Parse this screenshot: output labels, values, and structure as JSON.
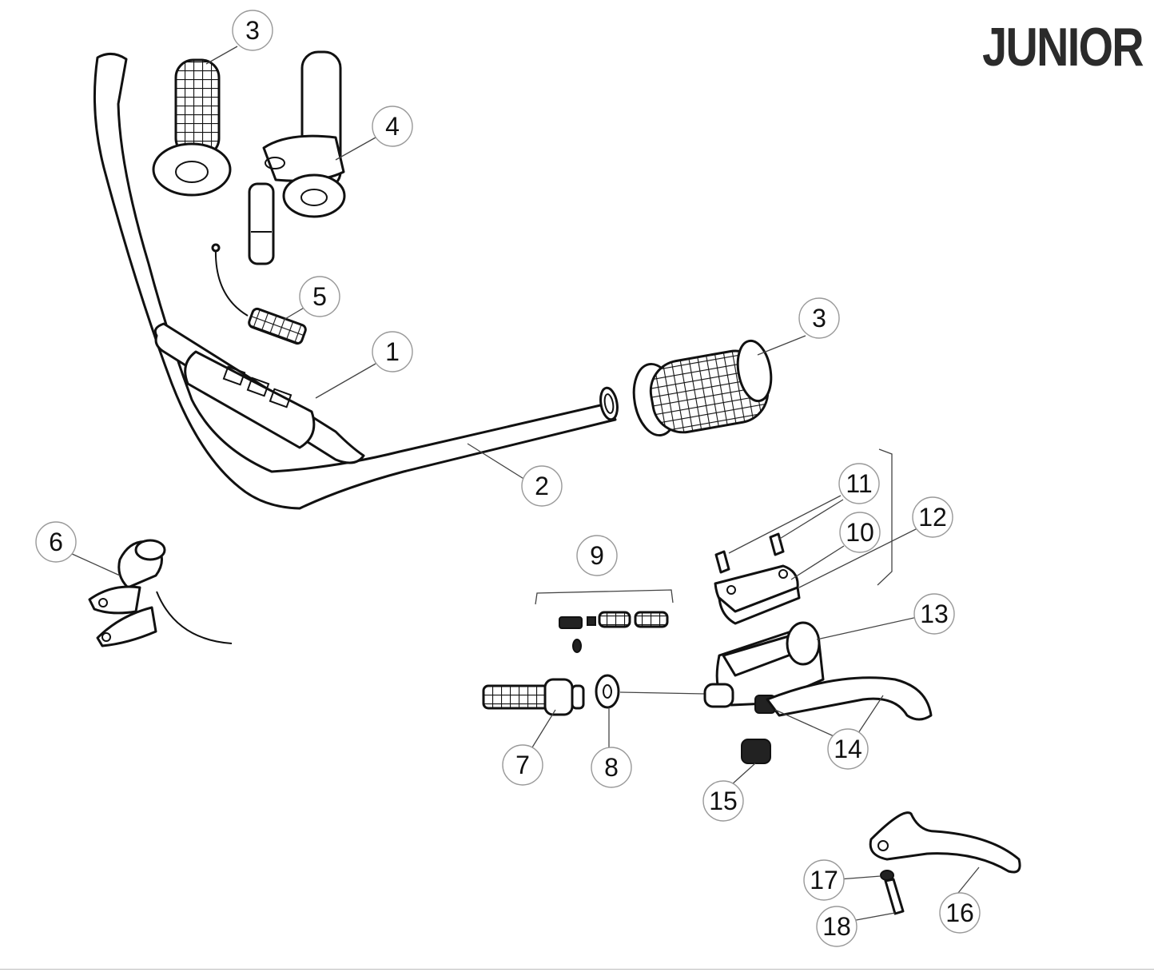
{
  "title": "JUNIOR",
  "callouts": [
    {
      "id": "c3a",
      "label": "3"
    },
    {
      "id": "c4",
      "label": "4"
    },
    {
      "id": "c5",
      "label": "5"
    },
    {
      "id": "c1",
      "label": "1"
    },
    {
      "id": "c3b",
      "label": "3"
    },
    {
      "id": "c2",
      "label": "2"
    },
    {
      "id": "c6",
      "label": "6"
    },
    {
      "id": "c9",
      "label": "9"
    },
    {
      "id": "c11",
      "label": "11"
    },
    {
      "id": "c10",
      "label": "10"
    },
    {
      "id": "c12",
      "label": "12"
    },
    {
      "id": "c13",
      "label": "13"
    },
    {
      "id": "c14",
      "label": "14"
    },
    {
      "id": "c7",
      "label": "7"
    },
    {
      "id": "c8",
      "label": "8"
    },
    {
      "id": "c15",
      "label": "15"
    },
    {
      "id": "c17",
      "label": "17"
    },
    {
      "id": "c18",
      "label": "18"
    },
    {
      "id": "c16",
      "label": "16"
    }
  ]
}
